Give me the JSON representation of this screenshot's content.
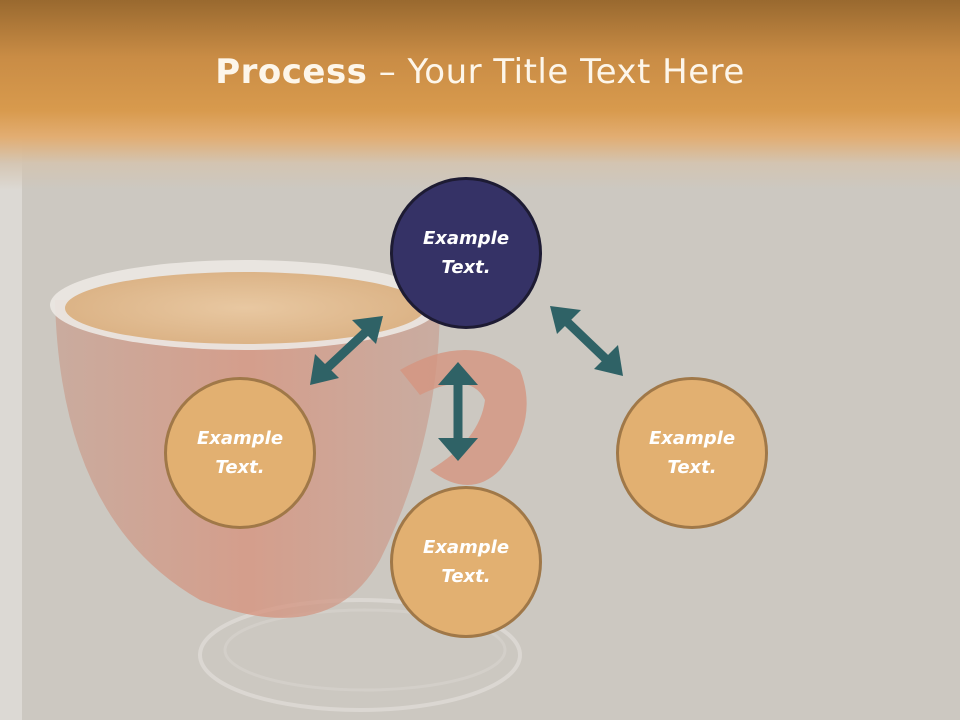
{
  "title": {
    "bold": "Process",
    "rest": " – Your Title Text Here"
  },
  "nodes": {
    "top": "Example Text.",
    "left": "Example Text.",
    "bottom": "Example Text.",
    "right": "Example Text."
  },
  "colors": {
    "header": "#d89a4d",
    "center_circle": "#353266",
    "outer_circle": "#e2b071",
    "arrow": "#2f6266"
  }
}
